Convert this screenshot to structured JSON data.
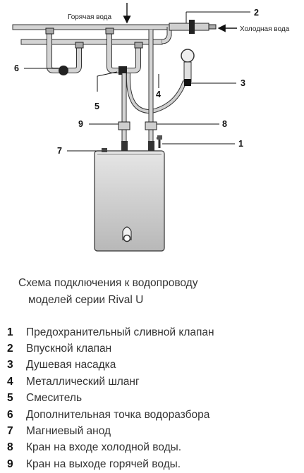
{
  "diagram": {
    "hot_water_label": "Горячая вода",
    "cold_water_label": "Холодная вода",
    "callouts": [
      "1",
      "2",
      "3",
      "4",
      "5",
      "6",
      "7",
      "8",
      "9"
    ]
  },
  "caption": {
    "line1": "Схема подключения к водопроводу",
    "line2": "моделей серии Rival U"
  },
  "legend": [
    {
      "num": "1",
      "text": "Предохранительный сливной клапан"
    },
    {
      "num": "2",
      "text": "Впускной клапан"
    },
    {
      "num": "3",
      "text": "Душевая насадка"
    },
    {
      "num": "4",
      "text": "Металлический шланг"
    },
    {
      "num": "5",
      "text": "Смеситель"
    },
    {
      "num": "6",
      "text": "Дополнительная точка водоразбора"
    },
    {
      "num": "7",
      "text": "Магниевый анод"
    },
    {
      "num": "8",
      "text": "Кран на входе холодной воды."
    },
    {
      "num": "9",
      "text": "Кран на выходе горячей воды."
    }
  ],
  "colors": {
    "pipe": "#c9c9c9",
    "tank_top": "#e2e2e2",
    "tank_bottom": "#bdbdbd"
  }
}
